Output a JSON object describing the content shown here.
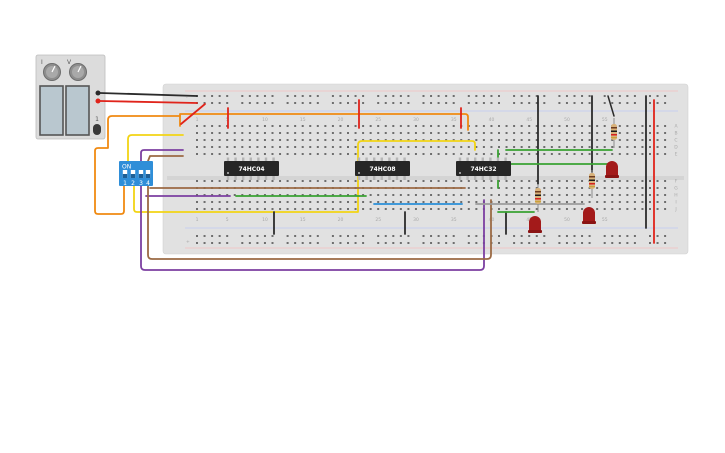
{
  "chips": [
    {
      "label": "74HC04"
    },
    {
      "label": "74HC08"
    },
    {
      "label": "74HC32"
    }
  ],
  "dip_switch": {
    "on_label": "ON",
    "pins": [
      "1",
      "2",
      "3",
      "4"
    ]
  },
  "power_supply": {
    "left_knob_label": "I",
    "right_knob_label": "V",
    "digit": "1"
  },
  "breadboard": {
    "column_numbers": [
      "1",
      "5",
      "10",
      "15",
      "20",
      "25",
      "30",
      "35",
      "40",
      "45",
      "50",
      "55"
    ],
    "row_letters_top": [
      "A",
      "B",
      "C",
      "D",
      "E"
    ],
    "row_letters_bottom": [
      "F",
      "G",
      "H",
      "I",
      "J"
    ],
    "rail_plus": "+",
    "rail_minus": "-"
  },
  "colors": {
    "board": "#e1e1e1",
    "chip": "#262626",
    "dip_body": "#2f8ed8",
    "red_wire": "#e0241b",
    "black_wire": "#2b2b2b",
    "orange_wire": "#f08a12",
    "yellow_wire": "#f2d414",
    "purple_wire": "#7c3fa1",
    "brown_wire": "#9b6a44",
    "green_wire": "#3aa233",
    "blue_wire": "#2a8fd8",
    "gray_wire": "#9c9c9c",
    "led": "#a31a1a"
  }
}
